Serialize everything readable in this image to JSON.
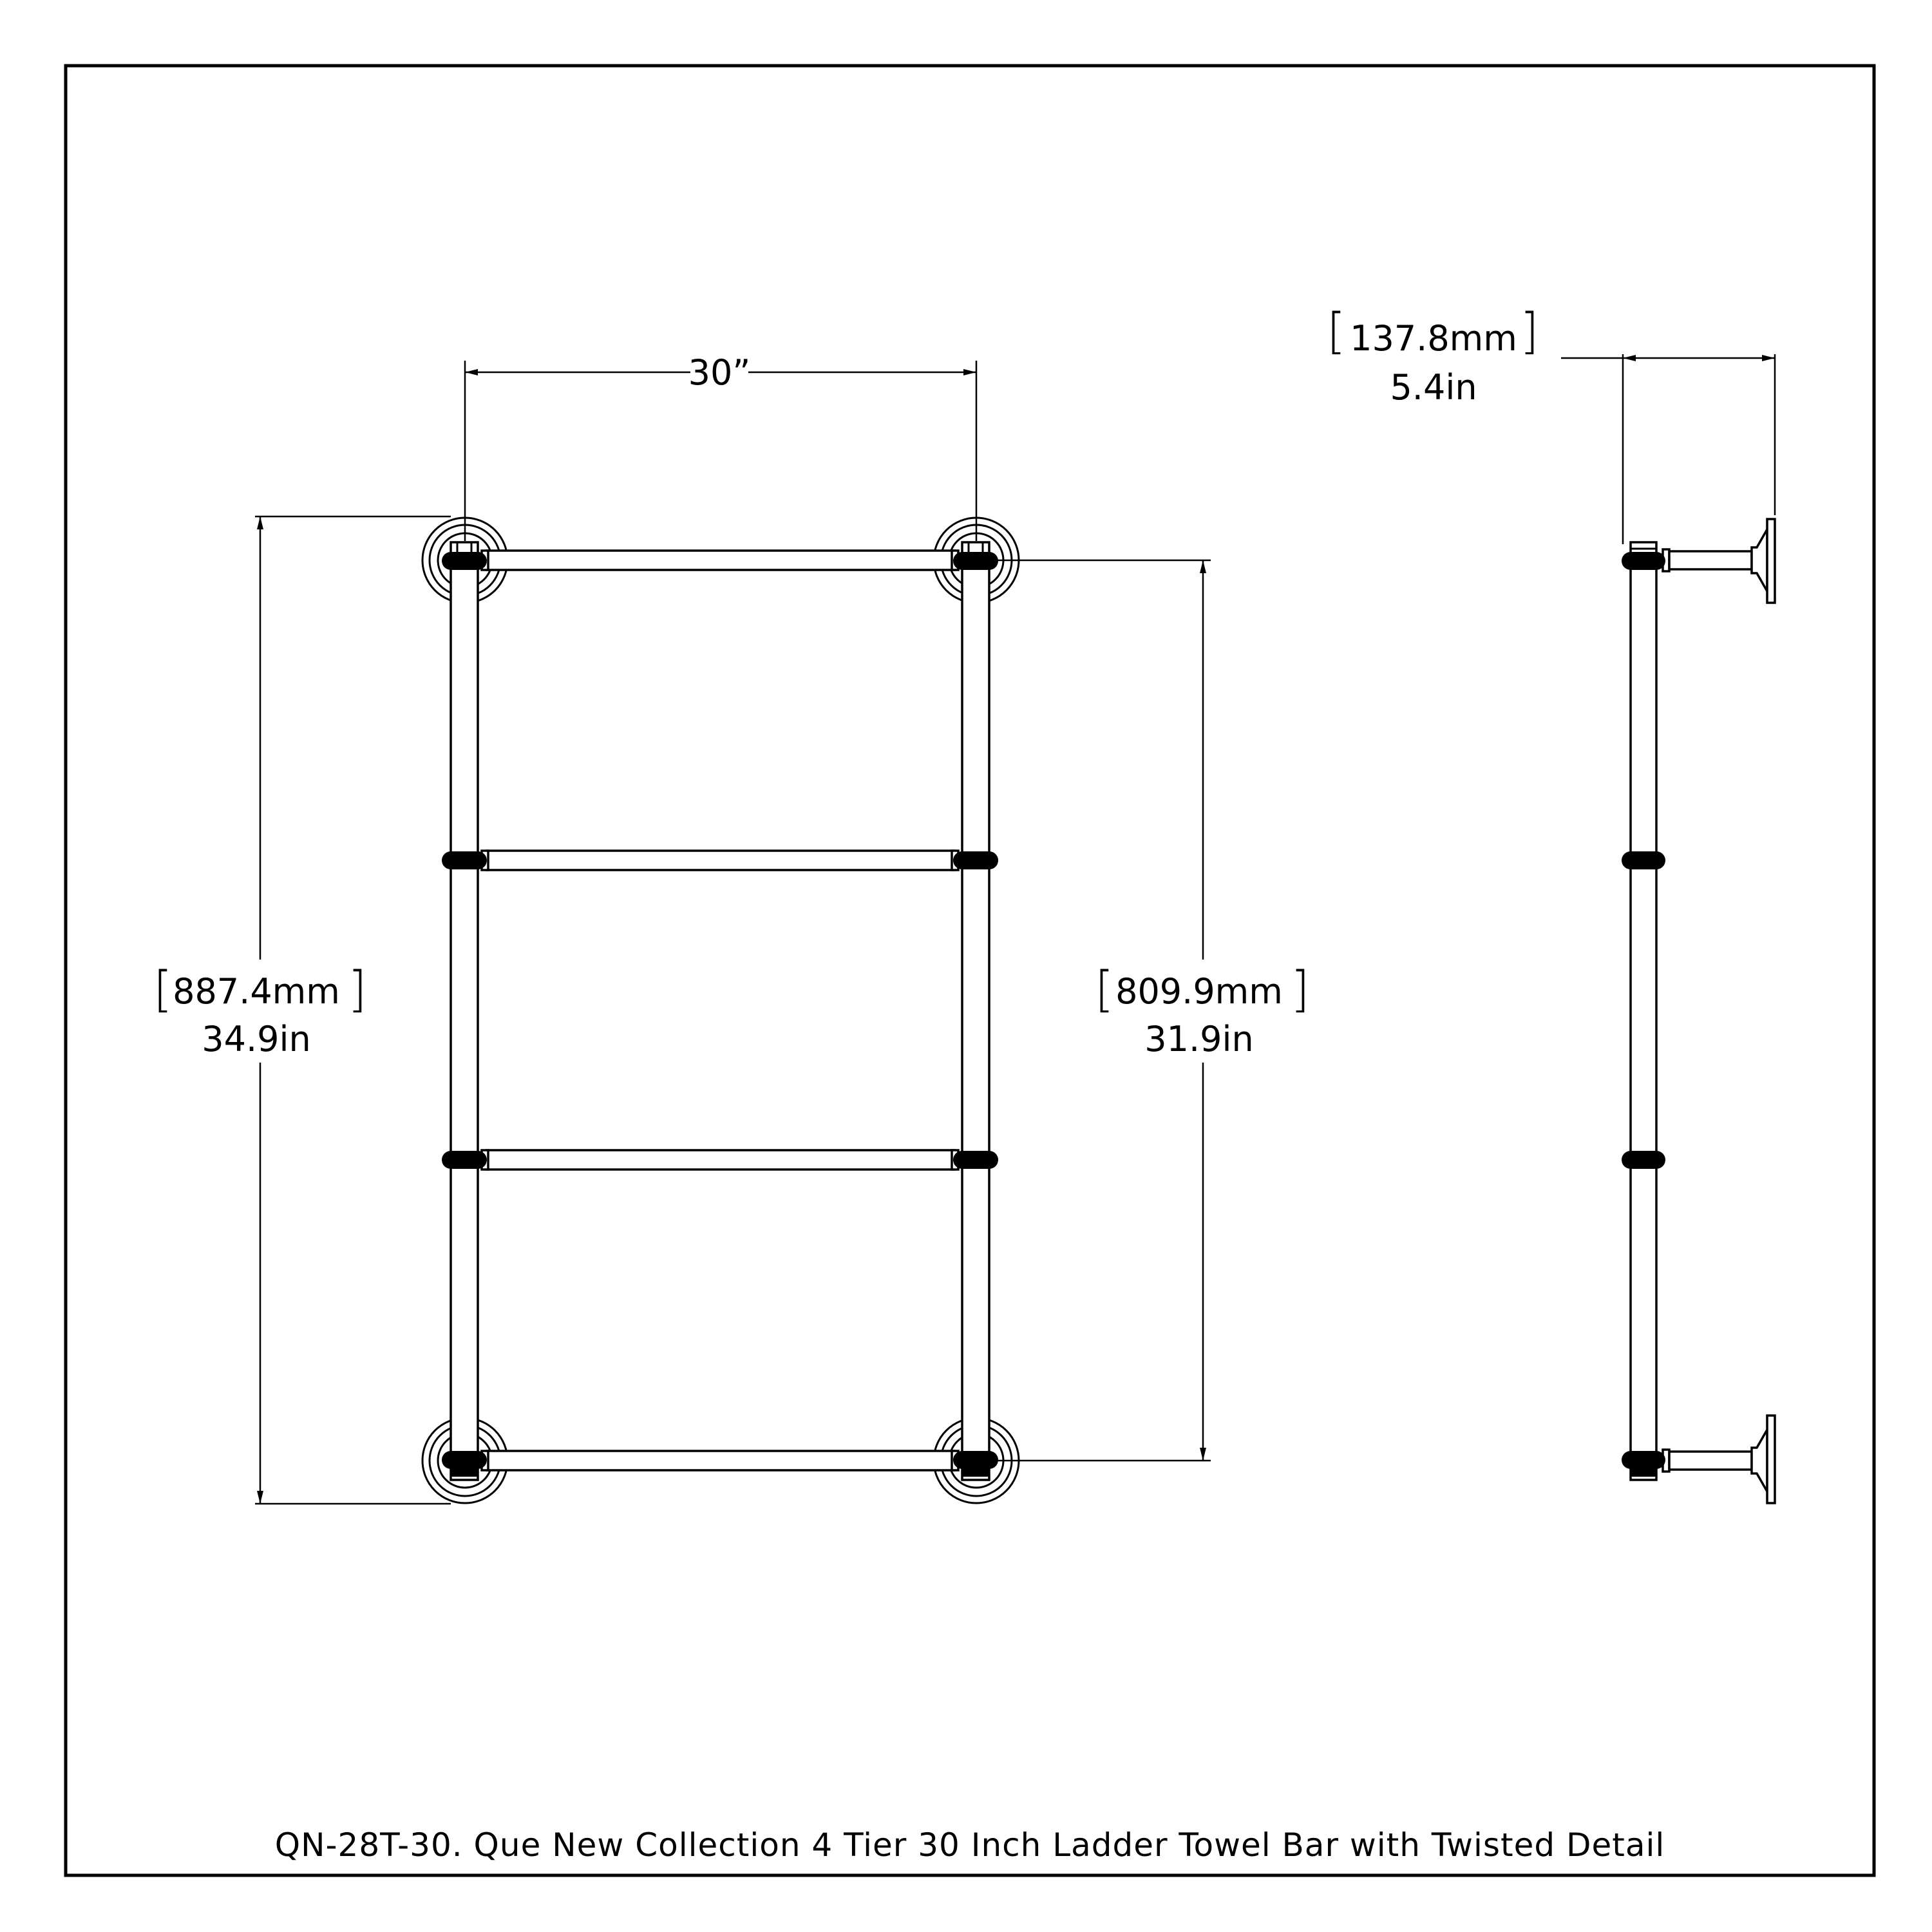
{
  "dimensions": {
    "width_label": "30”",
    "overall_height_mm": "887.4mm",
    "overall_height_in": "34.9in",
    "bar_span_mm": "809.9mm",
    "bar_span_in": "31.9in",
    "projection_mm": "137.8mm",
    "projection_in": "5.4in"
  },
  "caption": "QN-28T-30. Que New Collection 4 Tier 30 Inch Ladder Towel Bar with Twisted Detail"
}
